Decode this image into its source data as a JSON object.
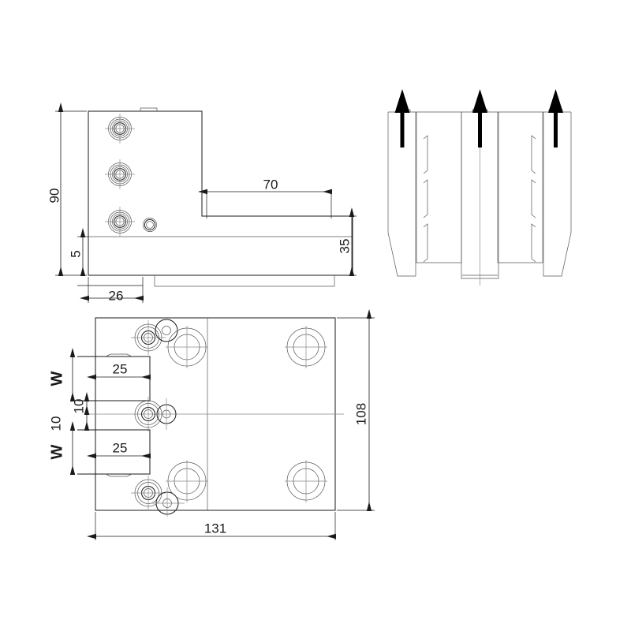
{
  "drawing": {
    "title": "Mechanical part technical drawing",
    "units": "mm",
    "line_color": "#1a1a1a",
    "thin_line_color": "#777777",
    "center_line_color": "#8a8a8a",
    "background": "#ffffff"
  },
  "views": {
    "front": {
      "name": "front-elevation-view",
      "shape": "L-shaped bracket profile"
    },
    "side": {
      "name": "side-end-view",
      "shape": "grooved block with tapered lower corners",
      "arrow_count": 3
    },
    "plan": {
      "name": "plan-top-view",
      "shape": "rectangular plate with bore holes"
    }
  },
  "dimensions": {
    "front": {
      "height_overall": "90",
      "step_height": "5",
      "step_width": "26",
      "flange_length": "70",
      "flange_thickness": "35"
    },
    "plan": {
      "slot_width_top": "25",
      "slot_width_bottom": "25",
      "gap_top": "10",
      "gap_bottom": "10",
      "slot_height_top": "W",
      "slot_height_bottom": "W",
      "overall_width": "131",
      "overall_depth": "108"
    }
  },
  "labels": {
    "d90": "90",
    "d5": "5",
    "d26": "26",
    "d70": "70",
    "d35": "35",
    "d25a": "25",
    "d25b": "25",
    "d10a": "10",
    "d10b": "10",
    "wTop": "W",
    "wBottom": "W",
    "d131": "131",
    "d108": "108"
  }
}
